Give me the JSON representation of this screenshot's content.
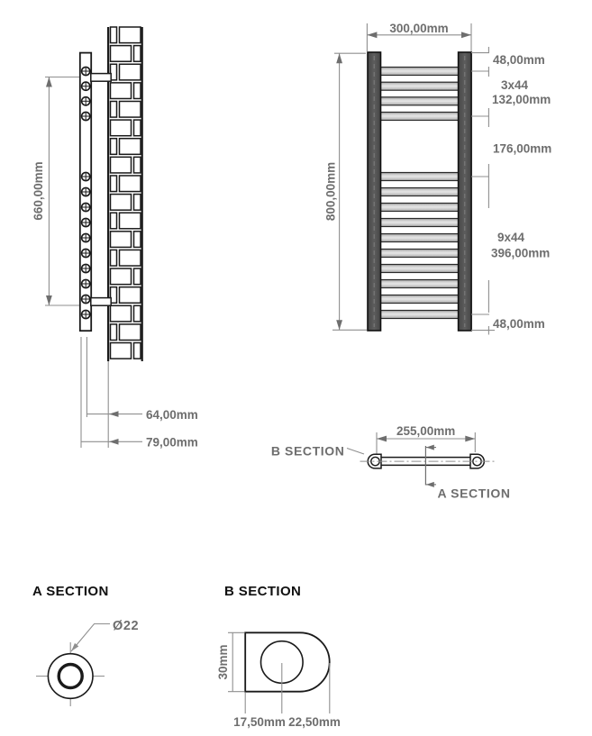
{
  "drawing_title": "towel-radiator-technical-drawing",
  "side_view": {
    "dim_bracket_distance": "660,00mm",
    "dim_wall_to_center": "64,00mm",
    "dim_wall_to_front": "79,00mm"
  },
  "front_view": {
    "dim_width": "300,00mm",
    "dim_height": "800,00mm",
    "dim_top_margin": "48,00mm",
    "dim_top_group_pitch": "3x44",
    "dim_top_group_span": "132,00mm",
    "dim_middle_gap": "176,00mm",
    "dim_bottom_group_pitch": "9x44",
    "dim_bottom_group_span": "396,00mm",
    "dim_bottom_margin": "48,00mm"
  },
  "top_view": {
    "dim_hole_centers": "255,00mm",
    "b_section_callout": "B SECTION",
    "a_section_callout": "A SECTION"
  },
  "a_section": {
    "title": "A SECTION",
    "dim_tube_diameter": "Ø22"
  },
  "b_section": {
    "title": "B SECTION",
    "dim_height": "30mm",
    "dim_wall_to_hole_center": "17,50mm",
    "dim_hole_center_to_tip": "22,50mm"
  },
  "colors": {
    "line_black": "#1a1a1a",
    "dimension_gray": "#8f8f8f",
    "dimension_text_gray": "#6e6e6e",
    "rail_fill": "#555555",
    "rung_fill": "#cccccc",
    "background": "#ffffff"
  }
}
